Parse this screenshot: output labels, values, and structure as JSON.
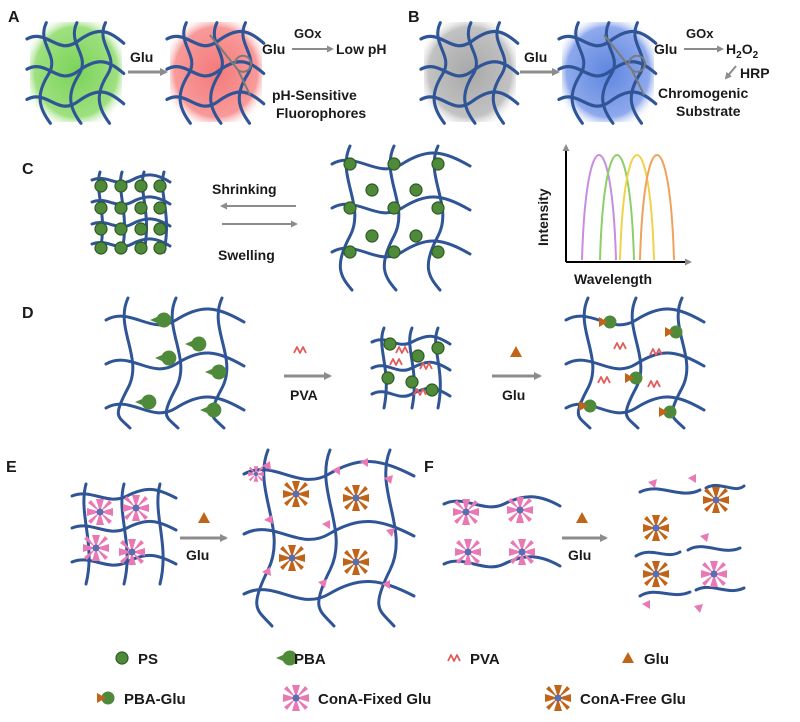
{
  "panels": {
    "a": {
      "label": "A",
      "arrow_label": "Glu",
      "rx_substrate": "Glu",
      "rx_enzyme": "GOx",
      "rx_product": "Low pH",
      "outcome_line1": "pH-Sensitive",
      "outcome_line2": "Fluorophores"
    },
    "b": {
      "label": "B",
      "arrow_label": "Glu",
      "rx_substrate": "Glu",
      "rx_enzyme": "GOx",
      "rx_product": "H",
      "rx_product_sub": "2",
      "rx_product_mid": "O",
      "rx_product_sub2": "2",
      "rx_enzyme2": "HRP",
      "outcome_line1": "Chromogenic",
      "outcome_line2": "Substrate"
    },
    "c": {
      "label": "C",
      "shrink_label": "Shrinking",
      "swell_label": "Swelling",
      "ylabel": "Intensity",
      "xlabel": "Wavelength",
      "peak_colors": [
        "#c88de0",
        "#8ccf6a",
        "#f0d34a",
        "#f0a25c"
      ]
    },
    "d": {
      "label": "D",
      "arrow1_label": "PVA",
      "arrow2_label": "Glu"
    },
    "e": {
      "label": "E",
      "arrow_label": "Glu"
    },
    "f": {
      "label": "F",
      "arrow_label": "Glu"
    }
  },
  "legend": {
    "ps": "PS",
    "pba": "PBA",
    "pva": "PVA",
    "glu": "Glu",
    "pba_glu": "PBA-Glu",
    "cona_fixed": "ConA-Fixed Glu",
    "cona_free": "ConA-Free Glu"
  },
  "colors": {
    "network": "#2f5597",
    "ps": "#4f8a3a",
    "pba": "#4f8a3a",
    "pva": "#e35a5a",
    "glu": "#c0641a",
    "cona": "#e979b5",
    "arrow": "#8c8c8c"
  }
}
